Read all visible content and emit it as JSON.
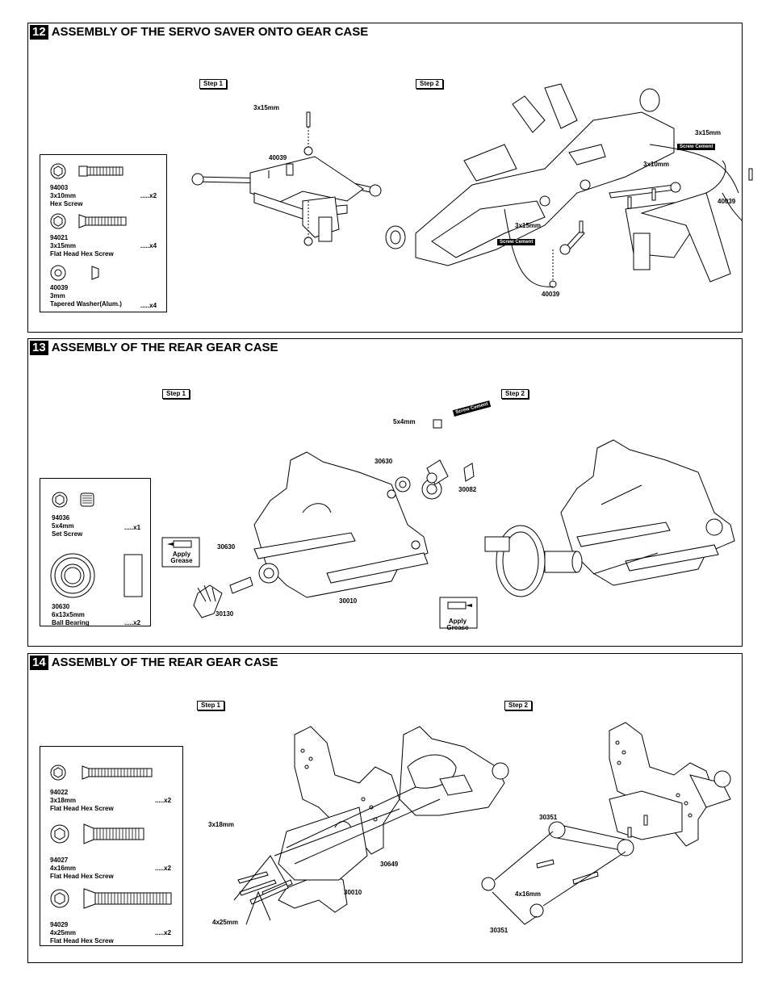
{
  "sections": [
    {
      "number": "12",
      "title": "ASSEMBLY OF THE SERVO SAVER ONTO GEAR CASE",
      "steps": [
        "Step 1",
        "Step 2"
      ],
      "parts": [
        {
          "code": "94003",
          "size": "3x10mm",
          "name": "Hex Screw",
          "qty": ".....x2",
          "icon": "hex-screw-icon"
        },
        {
          "code": "94021",
          "size": "3x15mm",
          "name": "Flat Head Hex Screw",
          "qty": ".....x4",
          "icon": "flat-head-screw-icon"
        },
        {
          "code": "40039",
          "size": "3mm",
          "name": "Tapered Washer(Alum.)",
          "qty": ".....x4",
          "icon": "tapered-washer-icon"
        }
      ],
      "labels": {
        "s1_screw": "3x15mm",
        "s1_washer": "40039",
        "s2_screw_top": "3x15mm",
        "s2_screw_mid": "3x10mm",
        "s2_screw_left": "3x15mm",
        "s2_washer_right": "40039",
        "s2_washer_bottom": "40039",
        "cement": "Screw Cement"
      }
    },
    {
      "number": "13",
      "title": "ASSEMBLY OF THE REAR GEAR CASE",
      "steps": [
        "Step 1",
        "Step 2"
      ],
      "parts": [
        {
          "code": "94036",
          "size": "5x4mm",
          "name": "Set Screw",
          "qty": ".....x1",
          "icon": "set-screw-icon"
        },
        {
          "code": "30630",
          "size": "6x13x5mm",
          "name": "Ball Bearing",
          "qty": ".....x2",
          "icon": "ball-bearing-icon"
        }
      ],
      "labels": {
        "set_screw": "5x4mm",
        "bearing_top": "30630",
        "cup": "30082",
        "bearing_left": "30630",
        "pinion": "30130",
        "case": "30010",
        "grease": "Apply Grease",
        "cement": "Screw Cement"
      }
    },
    {
      "number": "14",
      "title": "ASSEMBLY OF THE REAR GEAR CASE",
      "steps": [
        "Step 1",
        "Step 2"
      ],
      "parts": [
        {
          "code": "94022",
          "size": "3x18mm",
          "name": "Flat Head Hex Screw",
          "qty": ".....x2",
          "icon": "flat-head-screw-icon"
        },
        {
          "code": "94027",
          "size": "4x16mm",
          "name": "Flat Head Hex Screw",
          "qty": ".....x2",
          "icon": "flat-head-screw-icon"
        },
        {
          "code": "94029",
          "size": "4x25mm",
          "name": "Flat Head Hex Screw",
          "qty": ".....x2",
          "icon": "flat-head-screw-icon"
        }
      ],
      "labels": {
        "screw_a": "3x18mm",
        "screw_b": "4x25mm",
        "tower": "30649",
        "case": "30010",
        "mount_top": "30351",
        "screw_c": "4x16mm",
        "mount_bottom": "30351"
      }
    }
  ]
}
